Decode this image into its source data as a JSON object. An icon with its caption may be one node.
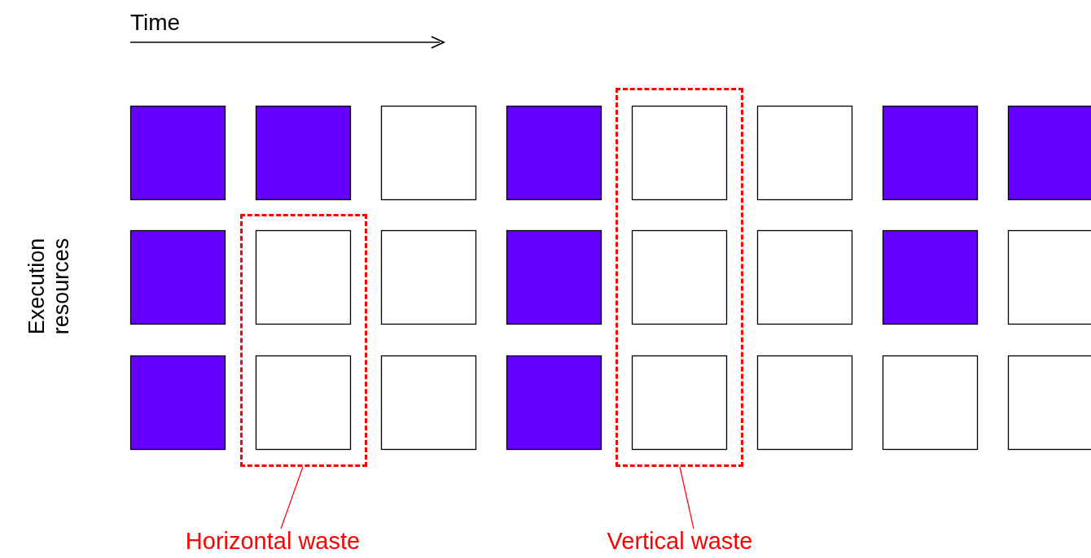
{
  "diagram": {
    "nodes": [
      {
        "text": [],
        "shape": "box"
      },
      {
        "text": [],
        "shape": "box"
      },
      {
        "text": [
          "Horizontal waste"
        ]
      },
      {
        "text": [
          "Vertical waste"
        ]
      }
    ],
    "edges": [
      {
        "from": 2,
        "to": 0,
        "arrow": "none"
      },
      {
        "from": 3,
        "to": 1,
        "arrow": "none"
      }
    ],
    "labels": [
      "Time",
      "Execution resources"
    ]
  }
}
